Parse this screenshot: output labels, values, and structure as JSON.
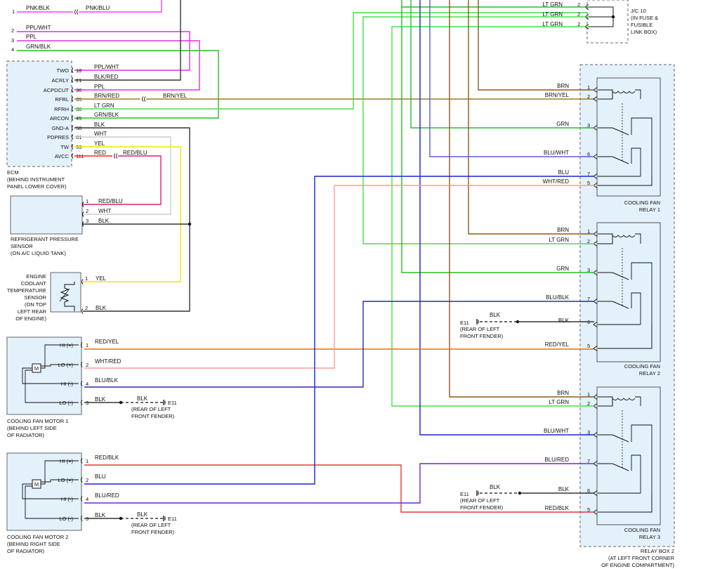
{
  "colors": {
    "PNK": "#ff3cff",
    "PPL": "#e030e0",
    "GRN": "#22c022",
    "LTGRN": "#44e044",
    "BRN": "#8b5a14",
    "BRNYEL": "#a07a1e",
    "BLK": "#333333",
    "WHT": "#cccccc",
    "YEL": "#f2e600",
    "RED": "#ff2020",
    "REDBLU": "#d8206c",
    "BLU": "#1a22d8",
    "BLUWHT": "#5a5ad8",
    "BLURED": "#6a2ad0",
    "WHTRED": "#ff9a9a",
    "REDYEL": "#e07010",
    "REDBLK": "#e03a3a",
    "BLUBLK": "#2a2ab0",
    "DARK": "#333333",
    "PANEL": "#e3f1fb"
  },
  "top_wires": [
    {
      "pin": "1",
      "label_left": "PNK/BLK",
      "label_right": "PNK/BLU"
    },
    {
      "pin": "2",
      "label": "PPL/WHT"
    },
    {
      "pin": "3",
      "label": "PPL"
    },
    {
      "pin": "4",
      "label": "GRN/BLK"
    }
  ],
  "ecm": {
    "caption": [
      "ECM",
      "(BEHIND INSTRUMENT",
      "PANEL LOWER COVER)"
    ],
    "terminals": [
      {
        "name": "TWO",
        "pin": "18",
        "wire": "PPL/WHT"
      },
      {
        "name": "ACRLY",
        "pin": "21",
        "wire": "BLK/RED"
      },
      {
        "name": "ACPDCUT",
        "pin": "30",
        "wire": "PPL"
      },
      {
        "name": "RFRL",
        "pin": "35",
        "wire": "BRN/RED",
        "wire2": "BRN/YEL"
      },
      {
        "name": "RFRH",
        "pin": "36",
        "wire": "LT GRN"
      },
      {
        "name": "ARCON",
        "pin": "45",
        "wire": "GRN/BLK"
      },
      {
        "name": "GND-A",
        "pin": "58",
        "wire": "BLK"
      },
      {
        "name": "PDPRES",
        "pin": "81",
        "wire": "WHT"
      },
      {
        "name": "TW",
        "pin": "93",
        "wire": "YEL"
      },
      {
        "name": "AVCC",
        "pin": "111",
        "wire": "RED",
        "wire2": "RED/BLU"
      }
    ]
  },
  "jc10": {
    "caption": [
      "J/C 10",
      "(IN FUSE &",
      "FUSIBLE",
      "LINK BOX)"
    ],
    "wires": [
      {
        "label": "LT GRN",
        "pin": "2"
      },
      {
        "label": "LT GRN",
        "pin": "2"
      },
      {
        "label": "LT GRN",
        "pin": "2"
      }
    ]
  },
  "ref_sensor": {
    "caption": [
      "REFRIGERANT PRESSURE",
      "SENSOR",
      "(ON A/C LIQUID TANK)"
    ],
    "pins": [
      {
        "pin": "1",
        "wire": "RED/BLU"
      },
      {
        "pin": "2",
        "wire": "WHT"
      },
      {
        "pin": "3",
        "wire": "BLK"
      }
    ]
  },
  "ect_sensor": {
    "caption": [
      "ENGINE",
      "COOLANT",
      "TEMPERATURE",
      "SENSOR",
      "(ON TOP",
      "LEFT REAR",
      "OF ENGINE)"
    ],
    "pins": [
      {
        "pin": "1",
        "wire": "YEL"
      },
      {
        "pin": "2",
        "wire": "BLK"
      }
    ]
  },
  "motor1": {
    "caption": [
      "COOLING FAN MOTOR 1",
      "(BEHIND LEFT SIDE",
      "OF RADIATOR)"
    ],
    "terminals": [
      {
        "name": "HI (+)",
        "pin": "1",
        "wire": "RED/YEL"
      },
      {
        "name": "LO (+)",
        "pin": "2",
        "wire": "WHT/RED"
      },
      {
        "name": "HI (-)",
        "pin": "4",
        "wire": "BLU/BLK"
      },
      {
        "name": "LO (-)",
        "pin": "3",
        "wire": "BLK",
        "wire2": "BLK",
        "ground": "E11"
      }
    ],
    "ground_caption": [
      "(REAR OF LEFT",
      "FRONT FENDER)"
    ]
  },
  "motor2": {
    "caption": [
      "COOLING FAN MOTOR 2",
      "(BEHIND RIGHT SIDE",
      "OF RADIATOR)"
    ],
    "terminals": [
      {
        "name": "HI (+)",
        "pin": "1",
        "wire": "RED/BLK"
      },
      {
        "name": "LO (+)",
        "pin": "2",
        "wire": "BLU"
      },
      {
        "name": "HI (-)",
        "pin": "4",
        "wire": "BLU/RED"
      },
      {
        "name": "LO (-)",
        "pin": "3",
        "wire": "BLK",
        "wire2": "BLK",
        "ground": "E11"
      }
    ],
    "ground_caption": [
      "(REAR OF LEFT",
      "FRONT FENDER)"
    ]
  },
  "motor_symbol": "M",
  "relay1": {
    "caption": [
      "COOLING FAN",
      "RELAY 1"
    ],
    "pins": [
      {
        "label": "BRN",
        "pin": "1"
      },
      {
        "label": "BRN/YEL",
        "pin": "2"
      },
      {
        "label": "GRN",
        "pin": "3"
      },
      {
        "label": "BLU/WHT",
        "pin": "6"
      },
      {
        "label": "BLU",
        "pin": "7"
      },
      {
        "label": "WHT/RED",
        "pin": "5"
      }
    ]
  },
  "relay2": {
    "caption": [
      "COOLING FAN",
      "RELAY 2"
    ],
    "pins": [
      {
        "label": "BRN",
        "pin": "1"
      },
      {
        "label": "LT GRN",
        "pin": "2"
      },
      {
        "label": "GRN",
        "pin": "3"
      },
      {
        "label": "BLU/BLK",
        "pin": "7"
      },
      {
        "label": "BLK",
        "pin": "6"
      },
      {
        "label": "RED/YEL",
        "pin": "5"
      }
    ],
    "ground": {
      "id": "E11",
      "wire": "BLK",
      "caption": [
        "(REAR OF LEFT",
        "FRONT FENDER)"
      ]
    }
  },
  "relay3": {
    "caption": [
      "COOLING FAN",
      "RELAY 3"
    ],
    "pins": [
      {
        "label": "BRN",
        "pin": "1"
      },
      {
        "label": "LT GRN",
        "pin": "2"
      },
      {
        "label": "BLU/WHT",
        "pin": "3"
      },
      {
        "label": "BLU/RED",
        "pin": "7"
      },
      {
        "label": "BLK",
        "pin": "6"
      },
      {
        "label": "RED/BLK",
        "pin": "5"
      }
    ],
    "ground": {
      "id": "E11",
      "wire": "BLK",
      "caption": [
        "(REAR OF LEFT",
        "FRONT FENDER)"
      ]
    }
  },
  "relay_box": {
    "caption": [
      "RELAY BOX 2",
      "(AT LEFT FRONT CORNER",
      "OF ENGINE COMPARTMENT)"
    ]
  }
}
